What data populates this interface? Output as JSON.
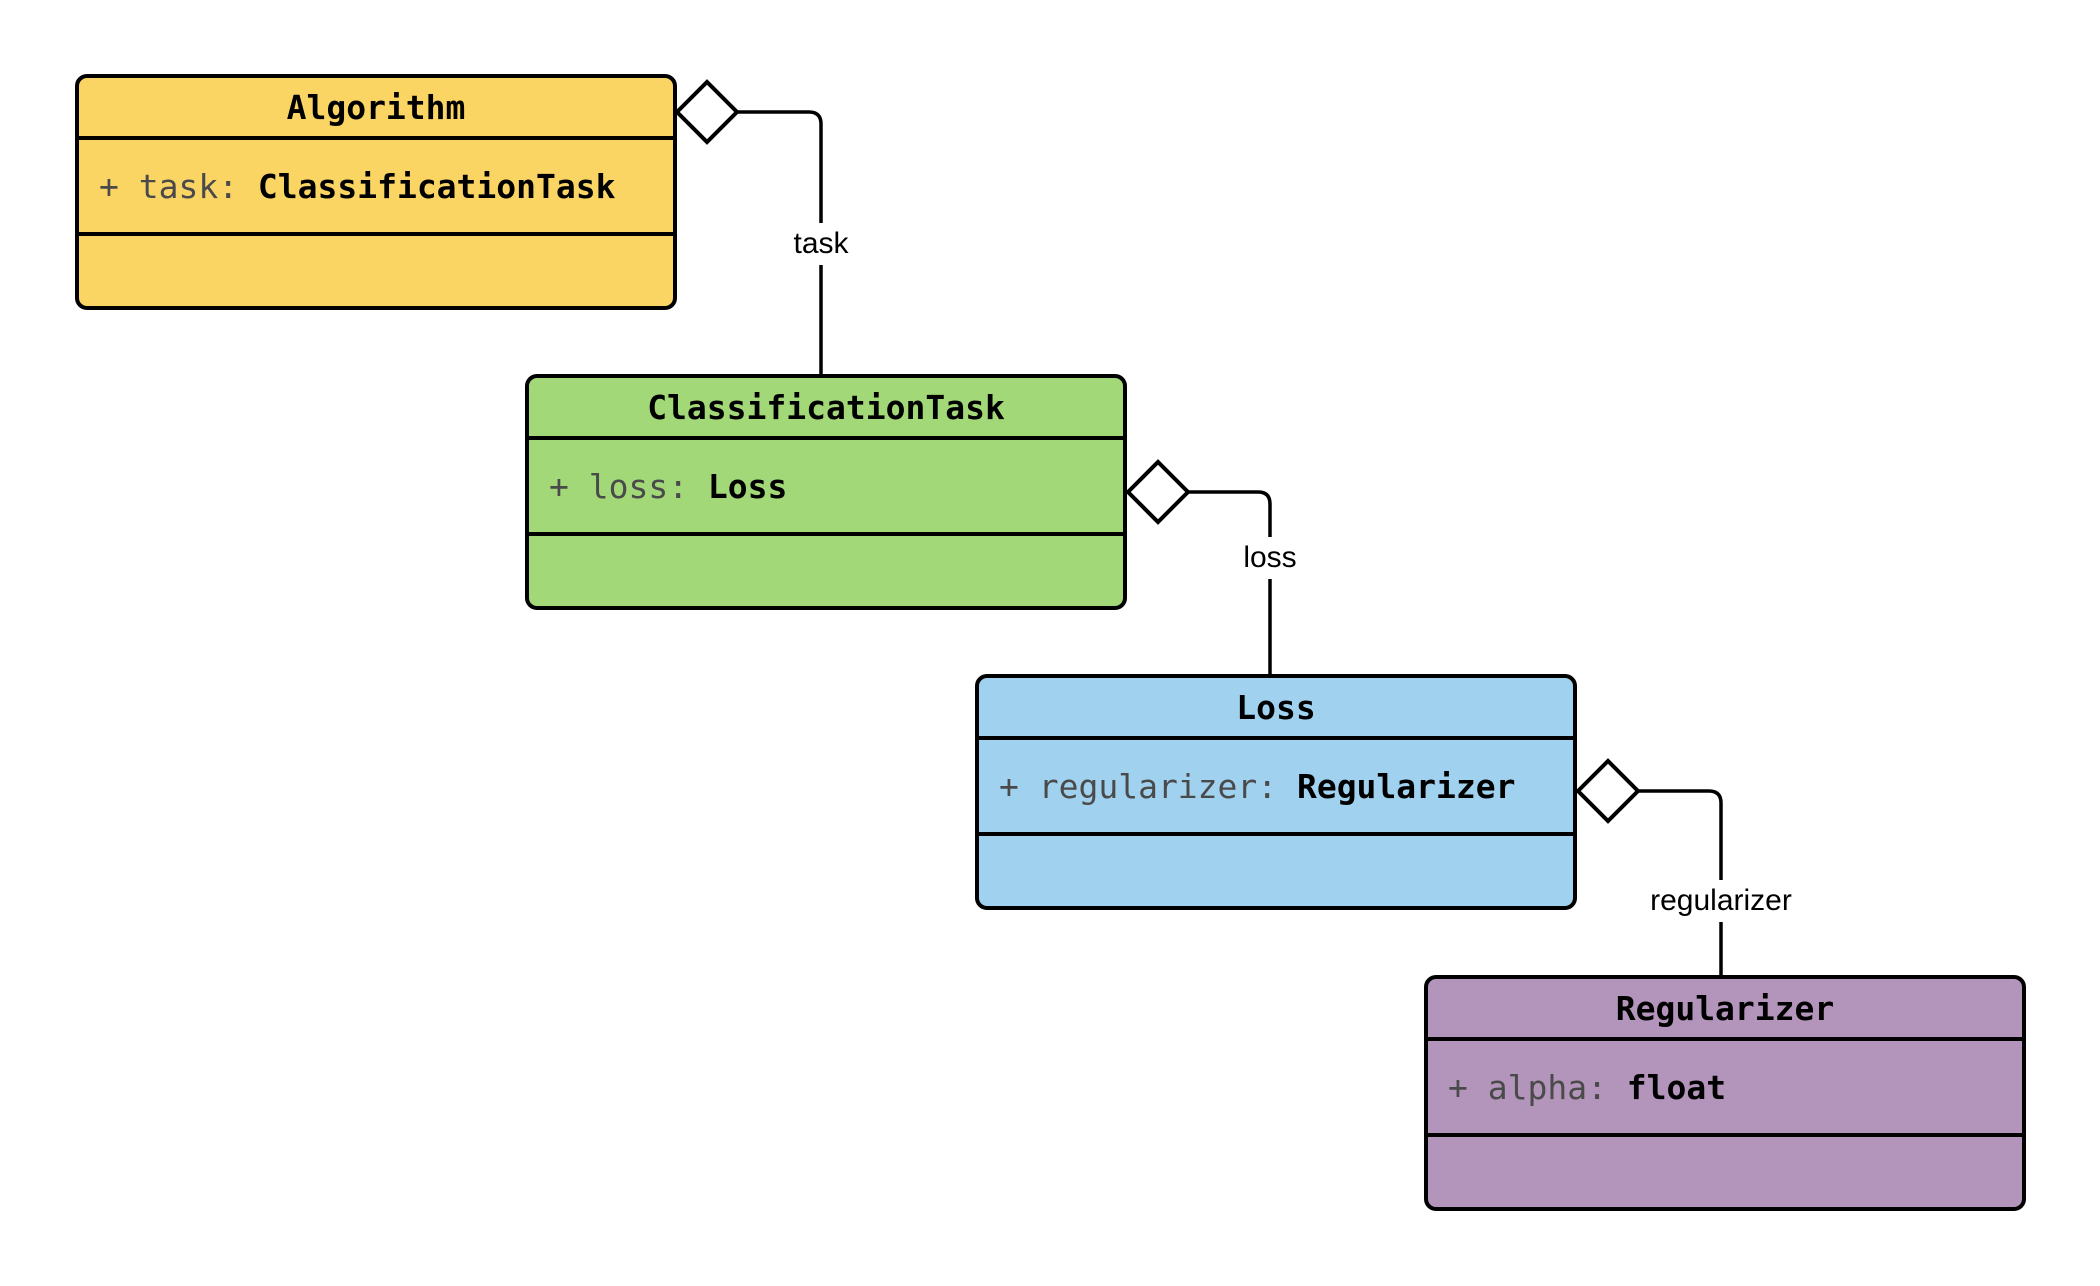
{
  "diagram": {
    "type": "uml-class-diagram",
    "background_color": "#ffffff",
    "line_color": "#000000",
    "attribute_name_color": "#4a4a4a",
    "classes": [
      {
        "name": "Algorithm",
        "fill": "#FBD564",
        "attributes": [
          {
            "label": "+ task:",
            "type": "ClassificationTask"
          }
        ]
      },
      {
        "name": "ClassificationTask",
        "fill": "#A3D878",
        "attributes": [
          {
            "label": "+ loss:",
            "type": "Loss"
          }
        ]
      },
      {
        "name": "Loss",
        "fill": "#A0D2F0",
        "attributes": [
          {
            "label": "+ regularizer:",
            "type": "Regularizer"
          }
        ]
      },
      {
        "name": "Regularizer",
        "fill": "#B394BA",
        "attributes": [
          {
            "label": "+ alpha:",
            "type": "float"
          }
        ]
      }
    ],
    "edges": [
      {
        "from": "Algorithm",
        "to": "ClassificationTask",
        "label": "task",
        "marker": "aggregation-diamond"
      },
      {
        "from": "ClassificationTask",
        "to": "Loss",
        "label": "loss",
        "marker": "aggregation-diamond"
      },
      {
        "from": "Loss",
        "to": "Regularizer",
        "label": "regularizer",
        "marker": "aggregation-diamond"
      }
    ]
  }
}
